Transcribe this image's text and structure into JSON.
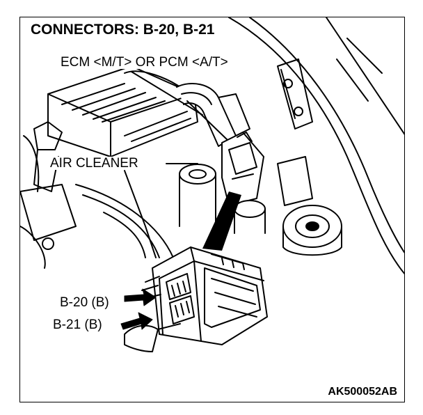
{
  "diagram": {
    "title": "CONNECTORS: B-20, B-21",
    "labels": {
      "ecm": "ECM <M/T> OR PCM <A/T>",
      "air_cleaner": "AIR CLEANER",
      "b20": "B-20 (B)",
      "b21": "B-21 (B)"
    },
    "figure_code": "AK500052AB"
  },
  "colors": {
    "line": "#000000",
    "background": "#ffffff"
  }
}
